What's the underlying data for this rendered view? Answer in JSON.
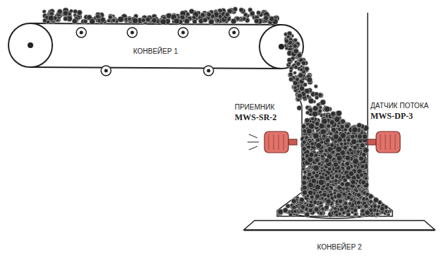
{
  "diagram": {
    "nodes": [
      {
        "text": [
          "КОНВЕЙЕР 1"
        ]
      },
      {
        "text": [
          "ПРИЕМНИК",
          "MWS-SR-2"
        ]
      },
      {
        "text": [
          "ДАТЧИК ПОТОКА",
          "MWS-DP-3"
        ]
      },
      {
        "text": [
          "КОНВЕЙЕР 2"
        ]
      }
    ]
  }
}
